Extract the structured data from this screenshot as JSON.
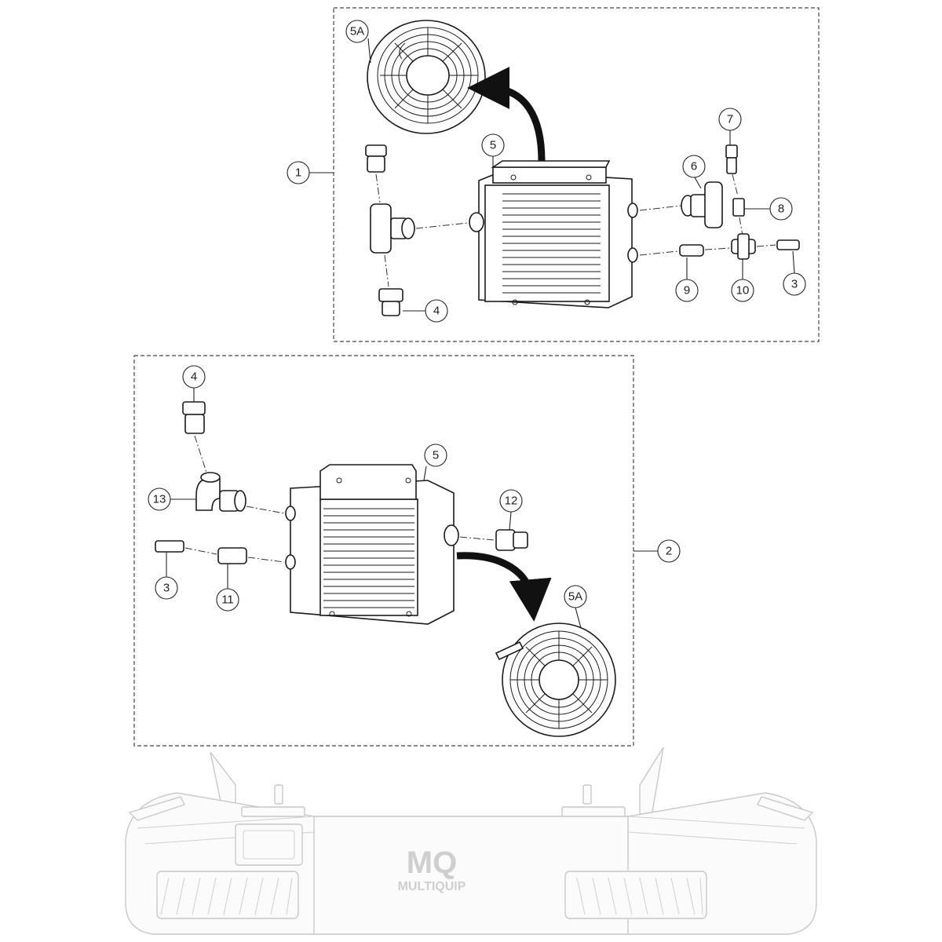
{
  "diagram": {
    "callouts": {
      "c1": "1",
      "c2": "2",
      "top_5a": "5A",
      "top_5": "5",
      "top_6": "6",
      "top_7": "7",
      "top_8": "8",
      "top_9": "9",
      "top_10": "10",
      "top_3": "3",
      "top_4": "4",
      "bot_4": "4",
      "bot_13": "13",
      "bot_3": "3",
      "bot_11": "11",
      "bot_5": "5",
      "bot_12": "12",
      "bot_5a": "5A"
    },
    "logo": {
      "mark": "MQ",
      "name": "MULTIQUIP"
    }
  }
}
